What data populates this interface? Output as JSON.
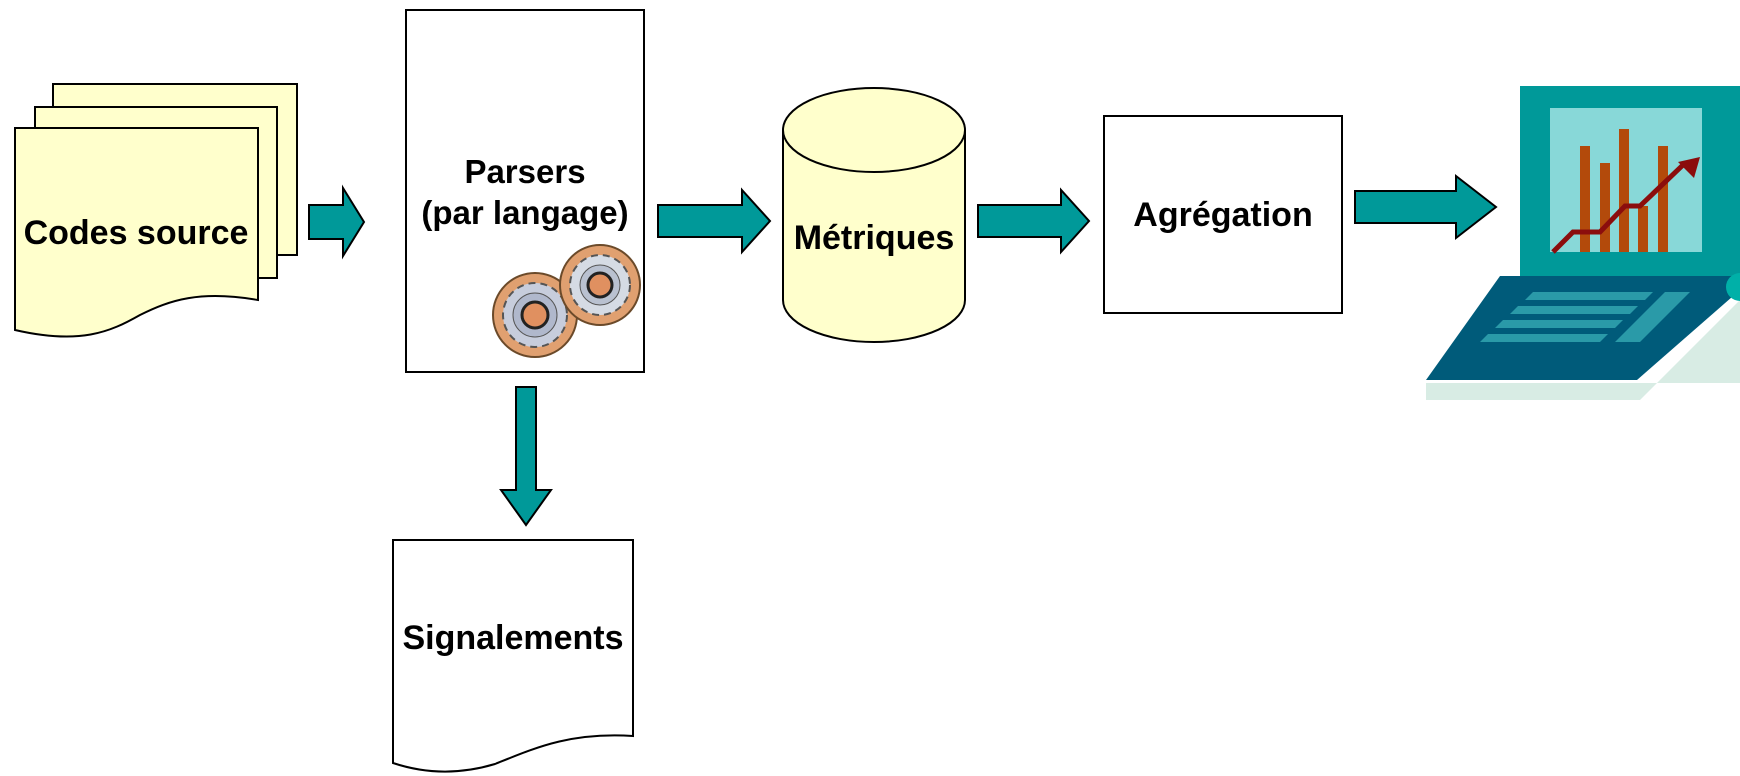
{
  "nodes": {
    "sources": {
      "label": "Codes source"
    },
    "parsers": {
      "label_line1": "Parsers",
      "label_line2": "(par langage)"
    },
    "metrics": {
      "label": "Métriques"
    },
    "aggregation": {
      "label": "Agrégation"
    },
    "reports": {
      "label": "Signalements"
    }
  },
  "colors": {
    "document_fill": "#ffffcc",
    "arrow_fill": "#009999",
    "laptop_body": "#009999",
    "laptop_screen": "#88d8d8",
    "laptop_keyboard": "#005b7a",
    "laptop_base": "#d8ece4",
    "chart_bars": "#b34a0b",
    "chart_line": "#8b0d0d",
    "gear_ring": "#e0a070",
    "gear_body": "#c7cddc"
  },
  "icons": [
    "gears-icon",
    "laptop-chart-icon"
  ]
}
